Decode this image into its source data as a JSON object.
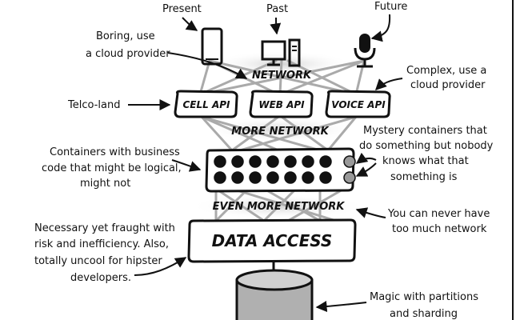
{
  "labels": {
    "present": "Present",
    "past": "Past",
    "future": "Future",
    "boring_line1": "Boring, use",
    "boring_line2": "a cloud provider",
    "complex_line1": "Complex, use a",
    "complex_line2": "cloud provider",
    "telco": "Telco-land",
    "containers_line1": "Containers with business",
    "containers_line2": "code that might be logical,",
    "containers_line3": "might not",
    "mystery_line1": "Mystery containers that",
    "mystery_line2": "do something but nobody",
    "mystery_line3": "knows what that",
    "mystery_line4": "something is",
    "never_line1": "You can never have",
    "never_line2": "too much network",
    "necessary_line1": "Necessary yet fraught with",
    "necessary_line2": "risk and inefficiency. Also,",
    "necessary_line3": "totally uncool for hipster",
    "necessary_line4": "developers.",
    "magic_line1": "Magic with partitions",
    "magic_line2": "and sharding"
  },
  "layers": {
    "network": "NETWORK",
    "more_network": "MORE NETWORK",
    "even_more_network": "EVEN MORE NETWORK"
  },
  "apis": {
    "cell": "CELL API",
    "web": "WEB API",
    "voice": "VOICE API"
  },
  "data_access": "DATA ACCESS",
  "icons": [
    "smartphone-icon",
    "desktop-computer-icon",
    "microphone-icon",
    "database-cylinder-icon"
  ],
  "container_rows": [
    [
      "filled",
      "filled",
      "filled",
      "filled",
      "filled",
      "filled",
      "filled",
      "gray"
    ],
    [
      "filled",
      "filled",
      "filled",
      "filled",
      "filled",
      "filled",
      "filled",
      "gray"
    ]
  ],
  "colors": {
    "ink": "#111111",
    "network_line": "#aaaaaa",
    "mystery_container": "#999999",
    "database_fill": "#b0b0b0",
    "database_top": "#d0d0d0"
  }
}
